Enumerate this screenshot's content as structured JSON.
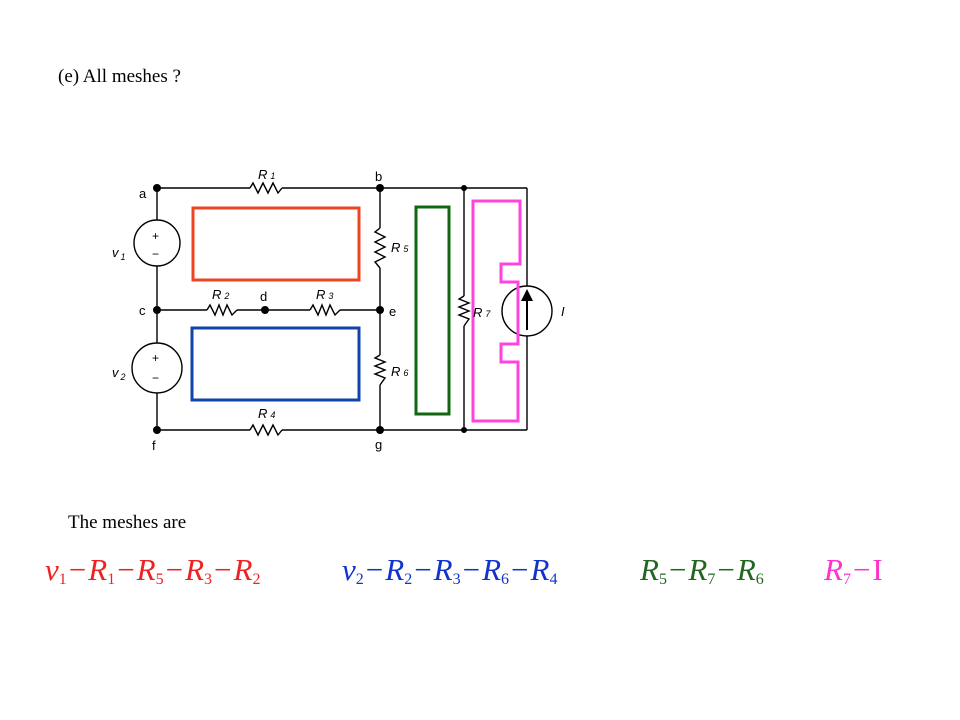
{
  "heading": "(e) All meshes ?",
  "meshes_label": "The meshes are",
  "nodes": {
    "a": "a",
    "b": "b",
    "c": "c",
    "d": "d",
    "e": "e",
    "f": "f",
    "g": "g"
  },
  "components": {
    "R1": {
      "letter": "R",
      "sub": "1"
    },
    "R2": {
      "letter": "R",
      "sub": "2"
    },
    "R3": {
      "letter": "R",
      "sub": "3"
    },
    "R4": {
      "letter": "R",
      "sub": "4"
    },
    "R5": {
      "letter": "R",
      "sub": "5"
    },
    "R6": {
      "letter": "R",
      "sub": "6"
    },
    "R7": {
      "letter": "R",
      "sub": "7"
    },
    "v1": {
      "letter": "v",
      "sub": "1"
    },
    "v2": {
      "letter": "v",
      "sub": "2"
    },
    "I": "I",
    "plus": "+",
    "minus": "−"
  },
  "colors": {
    "mesh1": "#ee2222",
    "mesh2": "#1133cc",
    "mesh3": "#226622",
    "mesh4": "#ff33cc",
    "mesh1_box": "#ee4422",
    "mesh2_box": "#1144aa",
    "mesh3_box": "#116611",
    "mesh4_box": "#ff44dd"
  },
  "equations": [
    {
      "color": "#ee2222",
      "terms": [
        {
          "var": "v",
          "sub": "1",
          "op": ""
        },
        {
          "var": "R",
          "sub": "1",
          "op": "−"
        },
        {
          "var": "R",
          "sub": "5",
          "op": "−"
        },
        {
          "var": "R",
          "sub": "3",
          "op": "−"
        },
        {
          "var": "R",
          "sub": "2",
          "op": "−"
        }
      ]
    },
    {
      "color": "#1133cc",
      "terms": [
        {
          "var": "v",
          "sub": "2",
          "op": ""
        },
        {
          "var": "R",
          "sub": "2",
          "op": "−"
        },
        {
          "var": "R",
          "sub": "3",
          "op": "−"
        },
        {
          "var": "R",
          "sub": "6",
          "op": "−"
        },
        {
          "var": "R",
          "sub": "4",
          "op": "−"
        }
      ]
    },
    {
      "color": "#226622",
      "terms": [
        {
          "var": "R",
          "sub": "5",
          "op": ""
        },
        {
          "var": "R",
          "sub": "7",
          "op": "−"
        },
        {
          "var": "R",
          "sub": "6",
          "op": "−"
        }
      ]
    },
    {
      "color": "#ff33cc",
      "terms": [
        {
          "var": "R",
          "sub": "7",
          "op": ""
        },
        {
          "var": "I",
          "sub": "",
          "op": "−"
        }
      ]
    }
  ]
}
